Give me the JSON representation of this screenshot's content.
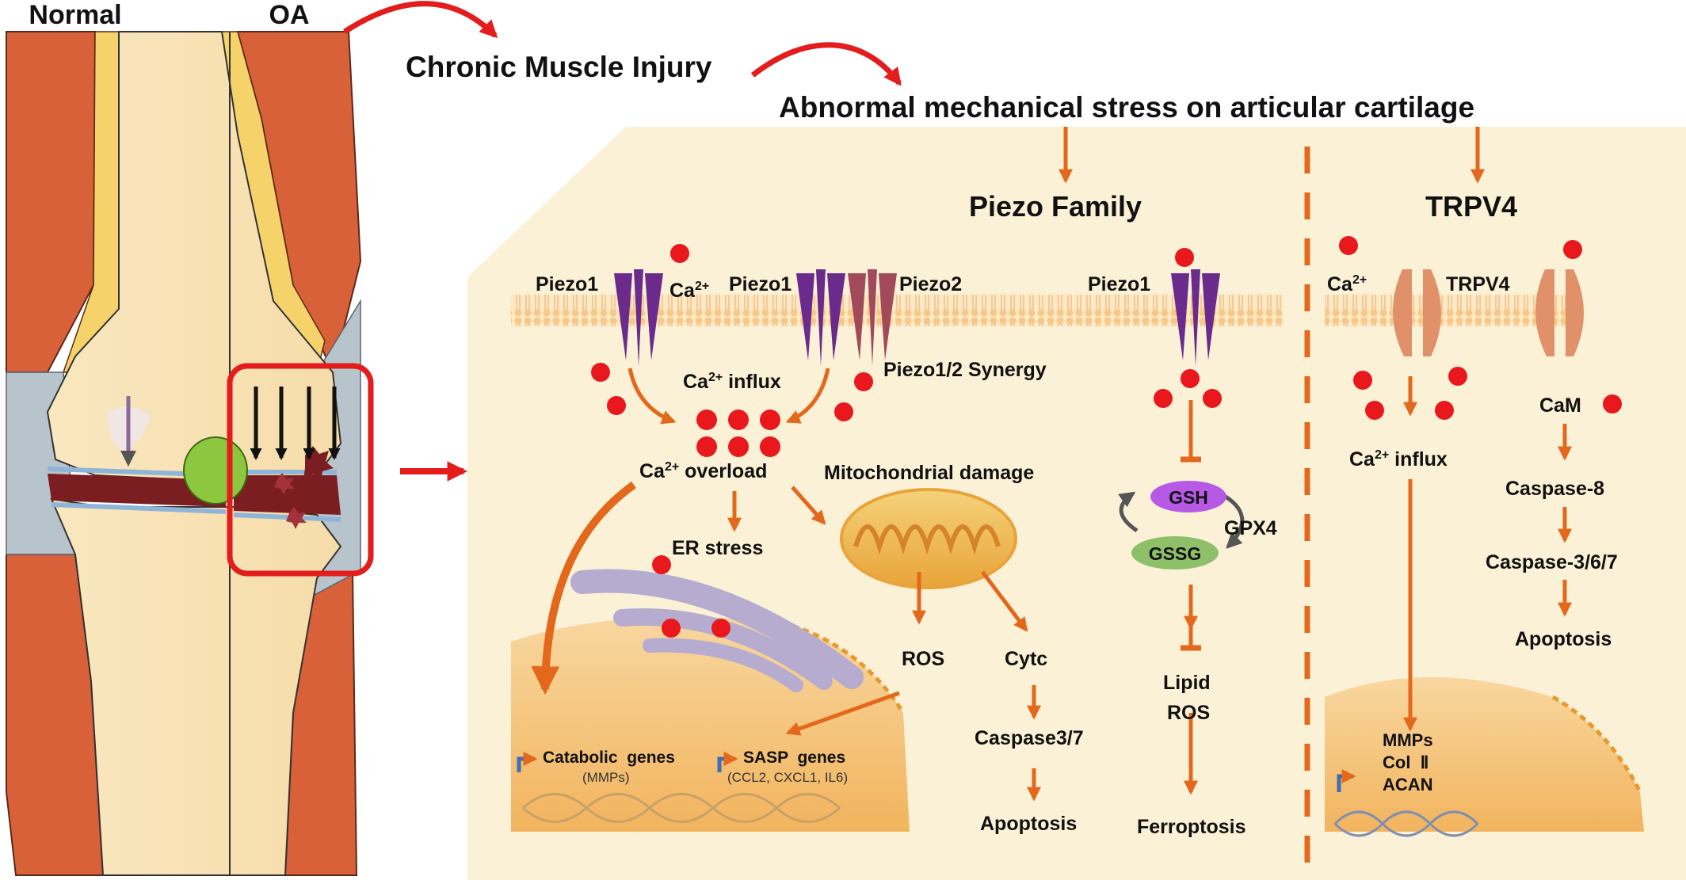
{
  "knee": {
    "normal_label": "Normal",
    "oa_label": "OA"
  },
  "header": {
    "chronic": "Chronic Muscle Injury",
    "stress": "Abnormal mechanical stress on articular cartilage"
  },
  "piezo": {
    "title": "Piezo Family",
    "piezo1_a": "Piezo1",
    "ca_a": "Ca",
    "piezo1_b": "Piezo1",
    "piezo2": "Piezo2",
    "piezo1_c": "Piezo1",
    "synergy": "Piezo1/2 Synergy",
    "ca_influx": "influx",
    "ca_overload": "overload",
    "mito_damage": "Mitochondrial damage",
    "er_stress": "ER stress",
    "ros": "ROS",
    "cytc": "Cytc",
    "caspase37": "Caspase3/7",
    "apoptosis": "Apoptosis",
    "gsh": "GSH",
    "gssg": "GSSG",
    "gpx4": "GPX4",
    "lipid": "Lipid",
    "lipid_ros": "ROS",
    "ferroptosis": "Ferroptosis",
    "catabolic": "Catabolic  genes",
    "catabolic_sub": "(MMPs)",
    "sasp": "SASP  genes",
    "sasp_sub": "(CCL2, CXCL1, IL6)"
  },
  "trpv4": {
    "title": "TRPV4",
    "ca": "Ca",
    "channel": "TRPV4",
    "influx": "influx",
    "cam": "CaM",
    "casp8": "Caspase-8",
    "casp367": "Caspase-3/6/7",
    "apoptosis": "Apoptosis",
    "mmps": "MMPs",
    "col2": "Col  Ⅱ",
    "acan": "ACAN"
  },
  "sup": {
    "ca2plus": "2+"
  },
  "colors": {
    "panel": "#fbf1d6",
    "arrow": "#e4681c",
    "calcium": "#e8181d",
    "piezo1": "#6a2b8c",
    "piezo2": "#a04a5a",
    "trpv4": "#e0916a",
    "gsh": "#b65ae6",
    "gssg": "#8ec06a",
    "highlight": "#e41c1c"
  }
}
